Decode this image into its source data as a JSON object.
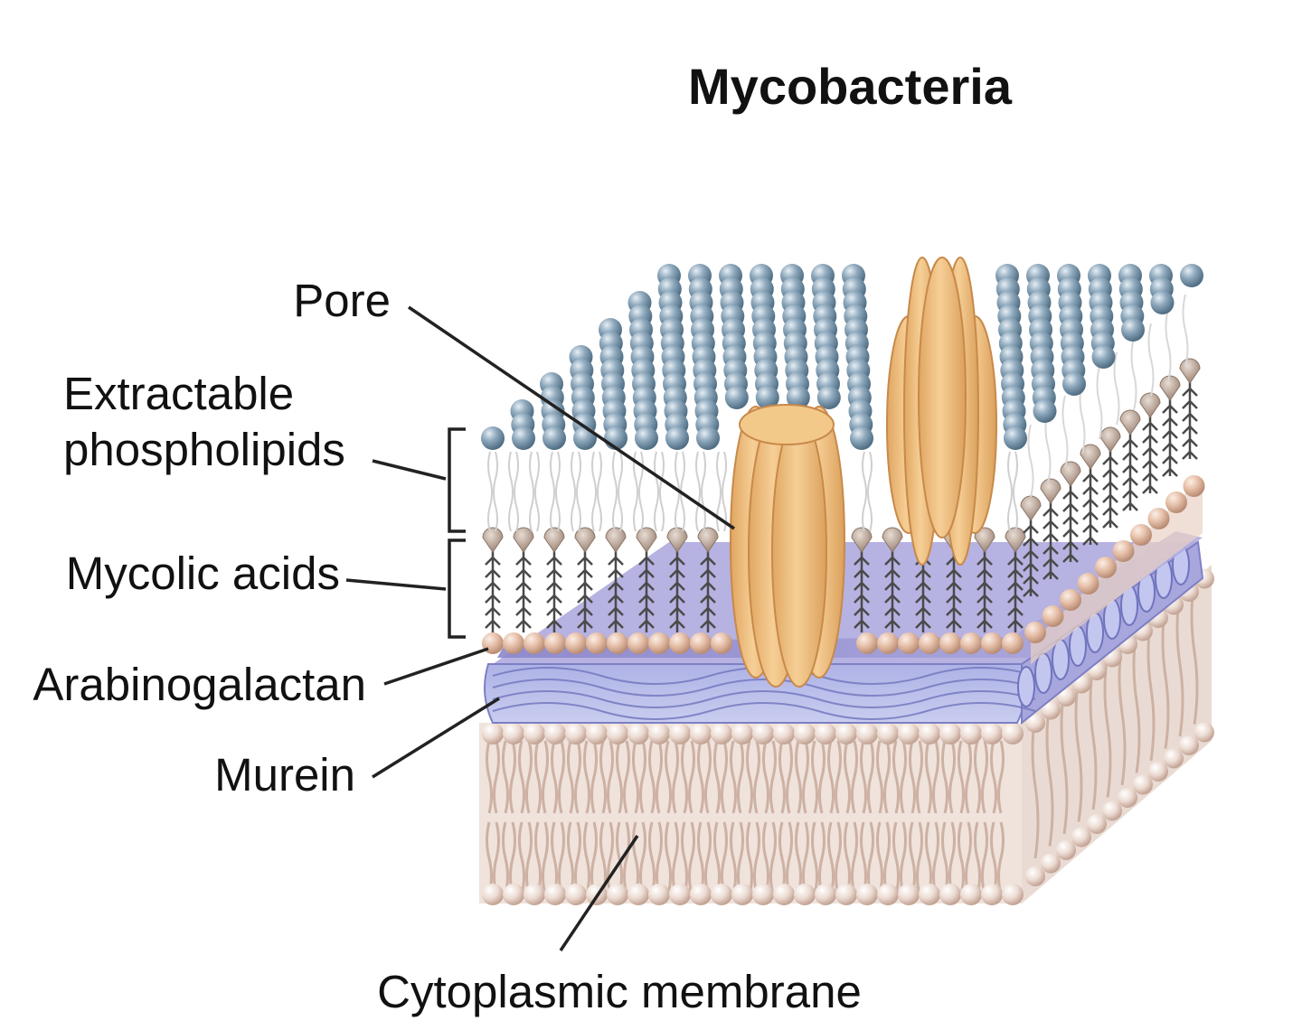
{
  "title": "Mycobacteria",
  "labels": {
    "pore": "Pore",
    "extractable_line1": "Extractable",
    "extractable_line2": "phospholipids",
    "mycolic_acids": "Mycolic acids",
    "arabinogalactan": "Arabinogalactan",
    "murein": "Murein",
    "cytoplasmic_membrane": "Cytoplasmic membrane"
  },
  "colors": {
    "outer_phospholipid_head": "#7f9bb1",
    "phospholipid_tail": "#c8c8c8",
    "mycolic_head": "#e0b59c",
    "mycolic_chain": "#4a4a4a",
    "mycolic_tip": "#b9a294",
    "arabinogalactan": "#9a95d0",
    "murein": "#b8bde8",
    "membrane_head": "#e9d6cc",
    "membrane_tail": "#d9beb1",
    "pore_protein": "#f1c283"
  }
}
